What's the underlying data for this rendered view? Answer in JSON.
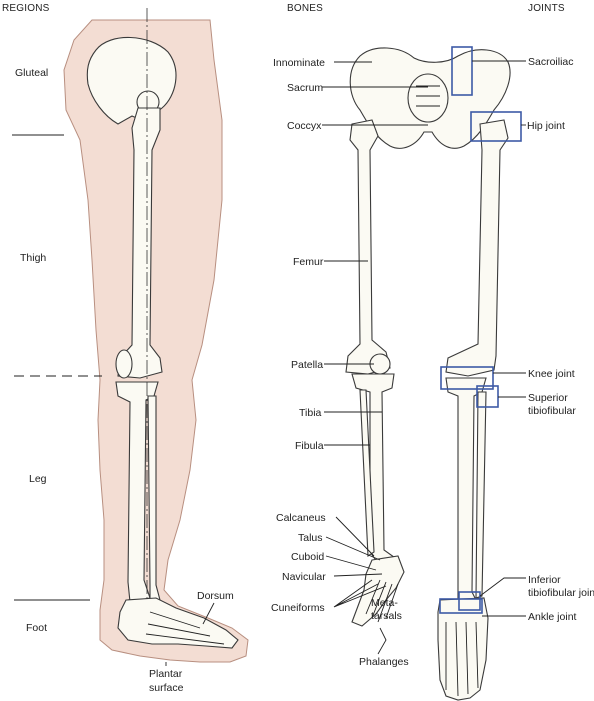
{
  "headings": {
    "regions": "REGIONS",
    "bones": "BONES",
    "joints": "JOINTS"
  },
  "regions": {
    "gluteal": "Gluteal",
    "thigh": "Thigh",
    "leg": "Leg",
    "foot": "Foot",
    "dorsum": "Dorsum",
    "plantar_line1": "Plantar",
    "plantar_line2": "surface"
  },
  "bones": {
    "innominate": "Innominate",
    "sacrum": "Sacrum",
    "coccyx": "Coccyx",
    "femur": "Femur",
    "patella": "Patella",
    "tibia": "Tibia",
    "fibula": "Fibula",
    "calcaneus": "Calcaneus",
    "talus": "Talus",
    "cuboid": "Cuboid",
    "navicular": "Navicular",
    "cuneiforms": "Cuneiforms",
    "metatarsals_line1": "Meta-",
    "metatarsals_line2": "tarsals",
    "phalanges": "Phalanges"
  },
  "joints": {
    "sacroiliac": "Sacroiliac",
    "hip": "Hip joint",
    "knee": "Knee joint",
    "sup_tibfib_line1": "Superior",
    "sup_tibfib_line2": "tibiofibular",
    "inf_tibfib_line1": "Inferior",
    "inf_tibfib_line2": "tibiofibular joint",
    "ankle": "Ankle joint"
  },
  "colors": {
    "skin": "#f3ddd3",
    "joint_box": "#3d5aa6",
    "bone_fill": "#fbfaf3"
  }
}
